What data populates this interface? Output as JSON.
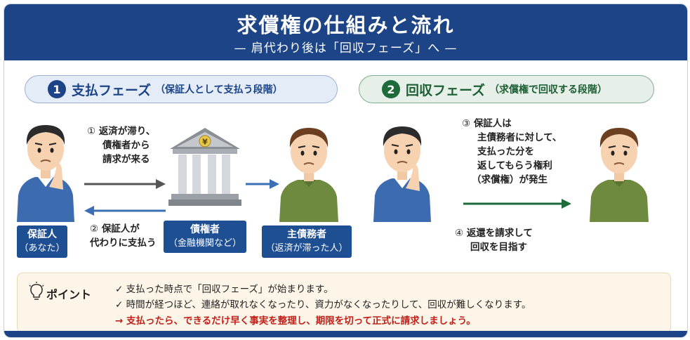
{
  "header": {
    "title": "求償権の仕組みと流れ",
    "subtitle": "— 肩代わり後は「回収フェーズ」へ —"
  },
  "phase1": {
    "number": "1",
    "title": "支払フェーズ",
    "subtitle": "（保証人として支払う段階）"
  },
  "phase2": {
    "number": "2",
    "title": "回収フェーズ",
    "subtitle": "（求償権で回収する段階）"
  },
  "step1": {
    "num": "①",
    "lines": [
      "返済が滞り、",
      "債権者から",
      "請求が来る"
    ]
  },
  "step2": {
    "num": "②",
    "lines": [
      "保証人が",
      "代わりに支払う"
    ]
  },
  "step3": {
    "num": "③",
    "lines": [
      "保証人は",
      "主債務者に対して、",
      "支払った分を",
      "返してもらう権利",
      "（求償権）が発生"
    ]
  },
  "step4": {
    "num": "④",
    "lines": [
      "返還を請求して",
      "回収を目指す"
    ]
  },
  "labels": {
    "guarantor": {
      "name": "保証人",
      "sub": "（あなた）"
    },
    "creditor": {
      "name": "債権者",
      "sub": "（金融機関など）"
    },
    "debtor": {
      "name": "主債務者",
      "sub": "（返済が滞った人）"
    }
  },
  "bank_symbol": "¥",
  "point": {
    "label": "ポイント",
    "lines": [
      "✓ 支払った時点で「回収フェーズ」が始まります。",
      "✓ 時間が経つほど、連絡が取れなくなったり、資力がなくなったりして、回収が難しくなります。"
    ],
    "emphasis": "→ 支払ったら、できるだけ早く事実を整理し、期限を切って正式に請求しましょう。"
  },
  "colors": {
    "navy": "#1c4487",
    "green": "#1d6b3a",
    "arrow_gray": "#555555",
    "arrow_blue": "#3a6fb5",
    "red": "#c0211c"
  }
}
